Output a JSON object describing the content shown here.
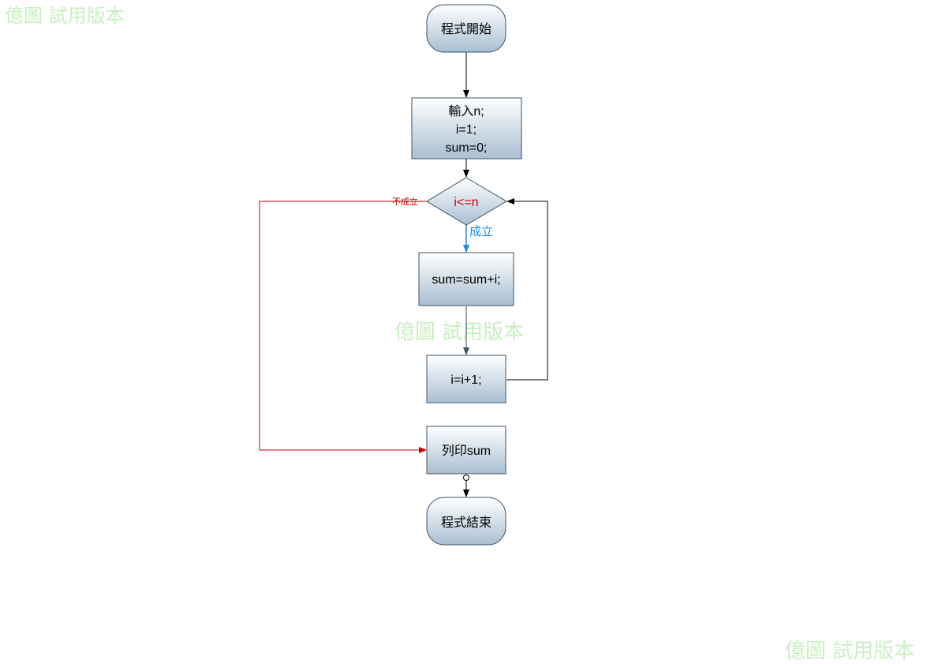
{
  "nodes": {
    "start": "程式開始",
    "init": [
      "輸入n;",
      "i=1;",
      "sum=0;"
    ],
    "condition": "i<=n",
    "accumulate": "sum=sum+i;",
    "increment": "i=i+1;",
    "print": "列印sum",
    "end": "程式結束"
  },
  "edge_labels": {
    "false_branch": "不成立",
    "true_branch": "成立"
  },
  "watermark": "億圖 試用版本",
  "colors": {
    "node_fill_top": "#ffffff",
    "node_fill_bottom": "#a9bfd1",
    "node_stroke": "#3d5366",
    "false_line": "#cc0000",
    "true_line": "#1e88e5",
    "flow_line": "#000000",
    "watermark": "#c8f0c0"
  }
}
